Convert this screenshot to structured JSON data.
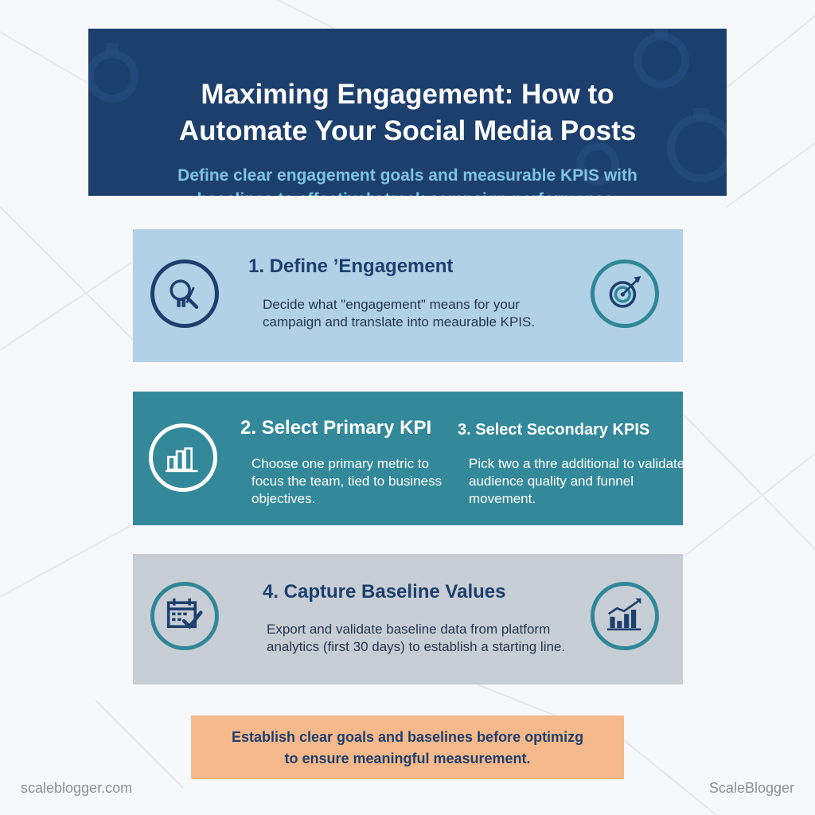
{
  "header": {
    "title_line1": "Maximing Engagement: How to",
    "title_line2": "Automate Your Social Media Posts",
    "subtitle_line1": "Define clear engagement goals and measurable KPIS with",
    "subtitle_line2": "baselines to effectively track campaign performance."
  },
  "steps": [
    {
      "heading": "1. Define ’Engagement",
      "desc_line1": "Decide what \"engagement\" means for your",
      "desc_line2": "campaign and translate into meaurable KPIS.",
      "left_icon": "magnifier-chart-icon",
      "right_icon": "target-icon"
    },
    {
      "heading": "2. Select Primary KPI",
      "desc_line1": "Choose one primary metric to",
      "desc_line2": "focus the team, tied to business",
      "desc_line3": "objectives.",
      "left_icon": "bar-chart-icon"
    },
    {
      "heading": "3. Select Secondary KPIS",
      "desc_line1": "Pick two a thre additional to validate",
      "desc_line2": "audience quality and funnel",
      "desc_line3": "movement."
    },
    {
      "heading": "4. Capture Baseline Values",
      "desc_line1": "Export and validate baseline data from platform",
      "desc_line2": "analytics (first 30 days) to establish a starting line.",
      "left_icon": "calendar-check-icon",
      "right_icon": "growth-chart-icon"
    }
  ],
  "footer": {
    "note_line1": "Establish clear goals and baselines before optimizg",
    "note_line2": "to ensure meaningful measurement."
  },
  "branding": {
    "left": "scaleblogger.com",
    "right": "ScaleBlogger"
  },
  "colors": {
    "header_bg": "#1d3f6e",
    "card1_bg": "#b1d1e6",
    "card2_bg": "#33899a",
    "card3_bg": "#c7ced5",
    "footer_bg": "#f6b98b",
    "accent_teal": "#2f8797"
  }
}
